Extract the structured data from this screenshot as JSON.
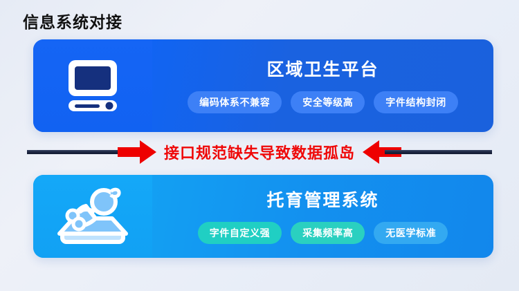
{
  "page": {
    "title": "信息系统对接",
    "background_color": "#e9eef7"
  },
  "connector": {
    "label": "接口规范缺失导致数据孤岛",
    "label_color": "#ef0808",
    "line_color": "#1b2440",
    "arrow_color": "#ee0000",
    "left_arrow_icon": "arrow-right-icon",
    "right_arrow_icon": "arrow-left-icon"
  },
  "cards": [
    {
      "id": "regional-health-platform",
      "title": "区域卫生平台",
      "icon": "desktop-computer-icon",
      "accent_color": "#1164f2",
      "tags": [
        {
          "label": "编码体系不兼容",
          "tone": "tone-blue-soft",
          "color": "#3d80f6"
        },
        {
          "label": "安全等级高",
          "tone": "tone-blue-soft",
          "color": "#3d80f6"
        },
        {
          "label": "字件结构封闭",
          "tone": "tone-blue-soft",
          "color": "#3d80f6"
        }
      ]
    },
    {
      "id": "childcare-management-system",
      "title": "托育管理系统",
      "icon": "baby-on-changing-mat-icon",
      "accent_color": "#11a3f5",
      "tags": [
        {
          "label": "字件自定义强",
          "tone": "tone-teal",
          "color": "#20cfc3"
        },
        {
          "label": "采集频率高",
          "tone": "tone-teal-2",
          "color": "#2ad0c0"
        },
        {
          "label": "无医学标准",
          "tone": "tone-sky",
          "color": "#33a9f1"
        }
      ]
    }
  ]
}
